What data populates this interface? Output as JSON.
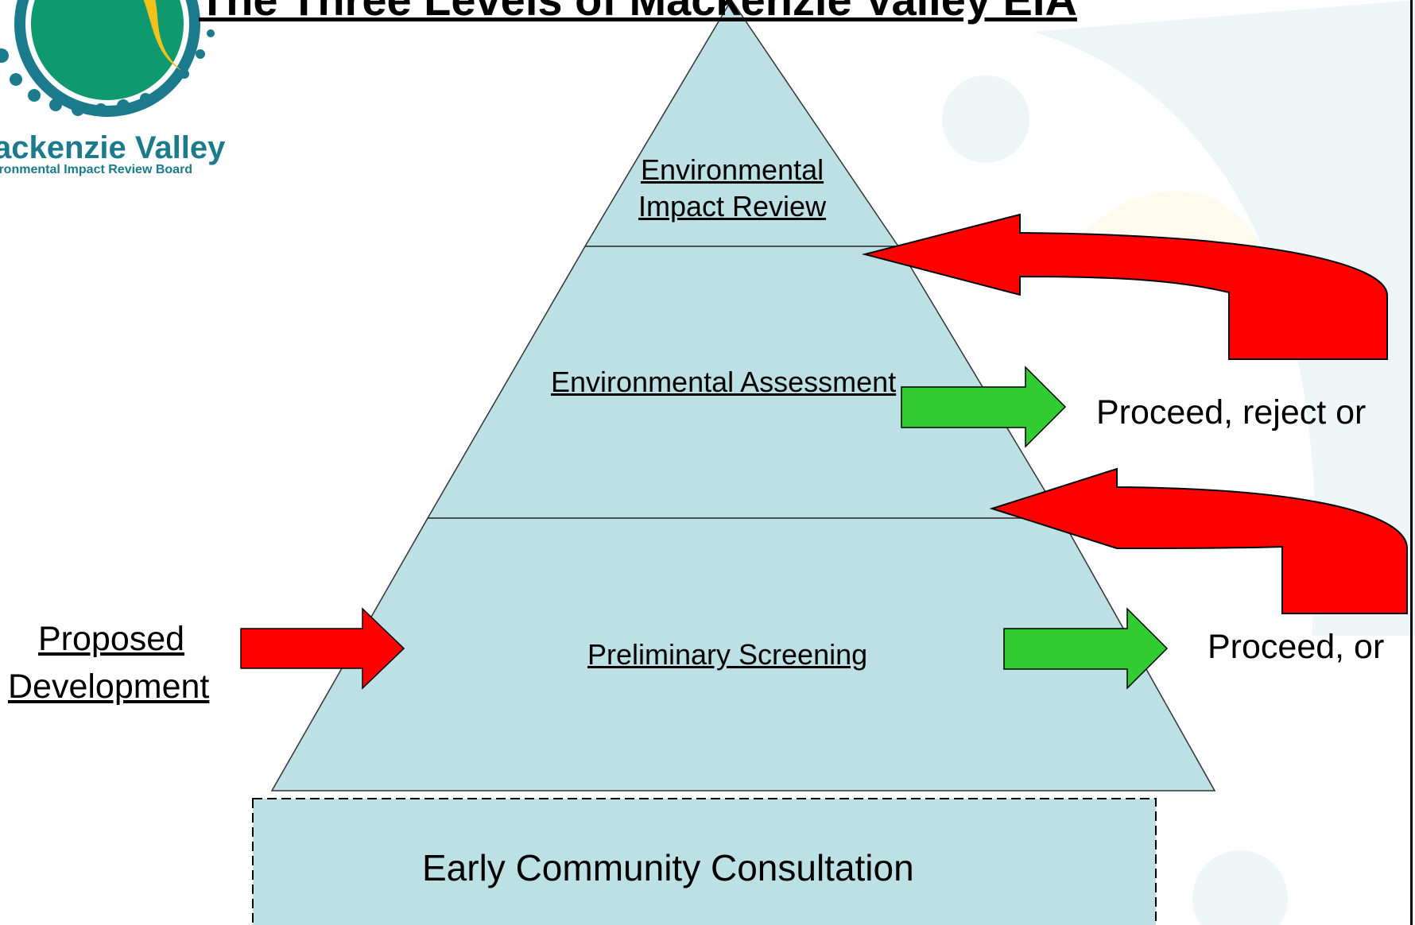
{
  "slide": {
    "title": "The Three Levels of Mackenzie Valley EIA"
  },
  "logo": {
    "name": "ackenzie Valley",
    "subtitle": "ironmental Impact Review Board"
  },
  "pyramid": {
    "top_tier_line1": "Environmental",
    "top_tier_line2": "Impact Review",
    "middle_tier": "Environmental Assessment",
    "bottom_tier": "Preliminary Screening"
  },
  "base": {
    "label": "Early Community Consultation"
  },
  "input": {
    "line1": "Proposed",
    "line2": "Development"
  },
  "outcomes": {
    "assessment": "Proceed, reject or",
    "screening": "Proceed, or"
  },
  "colors": {
    "tier_fill": "#bce0e4",
    "red_arrow": "#ff0000",
    "green_arrow": "#33cc33",
    "logo_teal": "#1b7a8c",
    "logo_green": "#0e9a6e",
    "logo_yellow": "#f2c21b"
  }
}
